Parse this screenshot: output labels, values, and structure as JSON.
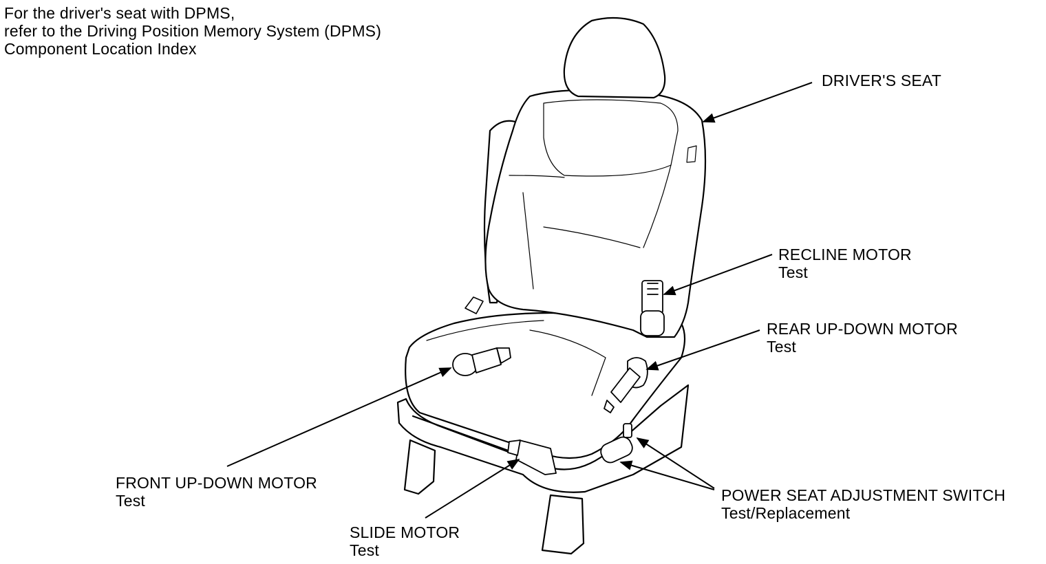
{
  "note": {
    "line1": "For the driver's seat with DPMS,",
    "line2": "refer to the Driving Position Memory System (DPMS)",
    "line3": "Component Location Index"
  },
  "callouts": {
    "drivers_seat": {
      "title": "DRIVER'S SEAT"
    },
    "recline_motor": {
      "title": "RECLINE MOTOR",
      "link": "Test"
    },
    "rear_updown_motor": {
      "title": "REAR UP-DOWN MOTOR",
      "link": "Test"
    },
    "front_updown_motor": {
      "title": "FRONT UP-DOWN MOTOR",
      "link": "Test"
    },
    "slide_motor": {
      "title": "SLIDE MOTOR",
      "link": "Test"
    },
    "power_seat_switch": {
      "title": "POWER SEAT ADJUSTMENT SWITCH",
      "link": "Test/Replacement"
    }
  },
  "colors": {
    "line": "#000000",
    "background": "#ffffff"
  }
}
